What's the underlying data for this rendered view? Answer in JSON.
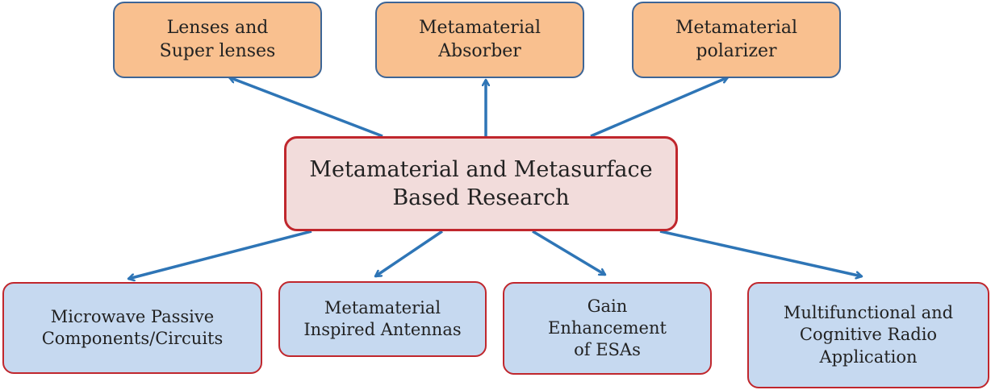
{
  "colors": {
    "arrow": "#2e75b6",
    "top_fill": "#f9c08f",
    "top_border": "#3d6596",
    "center_fill": "#f2dcdb",
    "center_border": "#c0272d",
    "bottom_fill": "#c6d9f0",
    "bottom_border": "#c0272d"
  },
  "center": {
    "line1": "Metamaterial  and  Metasurface",
    "line2": "Based Research"
  },
  "top_nodes": [
    {
      "line1": "Lenses  and",
      "line2": "Super lenses"
    },
    {
      "line1": "Metamaterial",
      "line2": "Absorber"
    },
    {
      "line1": "Metamaterial",
      "line2": "polarizer"
    }
  ],
  "bottom_nodes": [
    {
      "line1": "Microwave  Passive",
      "line2": "Components/Circuits"
    },
    {
      "line1": "Metamaterial",
      "line2": "Inspired  Antennas"
    },
    {
      "line1": "Gain",
      "line2": "Enhancement",
      "line3": "of ESAs"
    },
    {
      "line1": "Multifunctional  and",
      "line2": "Cognitive  Radio",
      "line3": "Application"
    }
  ]
}
